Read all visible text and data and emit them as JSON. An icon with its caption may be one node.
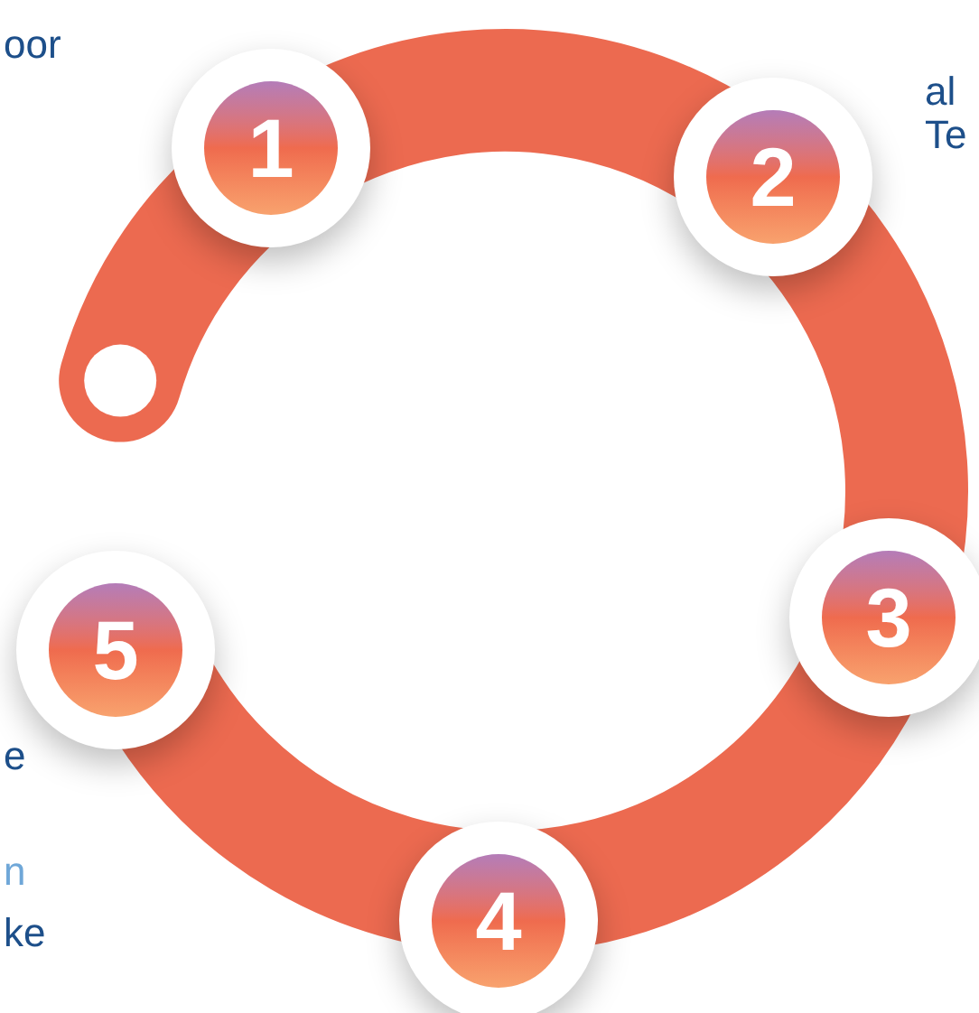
{
  "diagram": {
    "nodes": [
      {
        "text": [
          "1"
        ]
      },
      {
        "text": [
          "2"
        ]
      },
      {
        "text": [
          "3"
        ]
      },
      {
        "text": [
          "4"
        ]
      },
      {
        "text": [
          "5"
        ]
      }
    ],
    "labels": [
      "oor",
      "al",
      "Te",
      "e",
      "n",
      "ke"
    ]
  }
}
